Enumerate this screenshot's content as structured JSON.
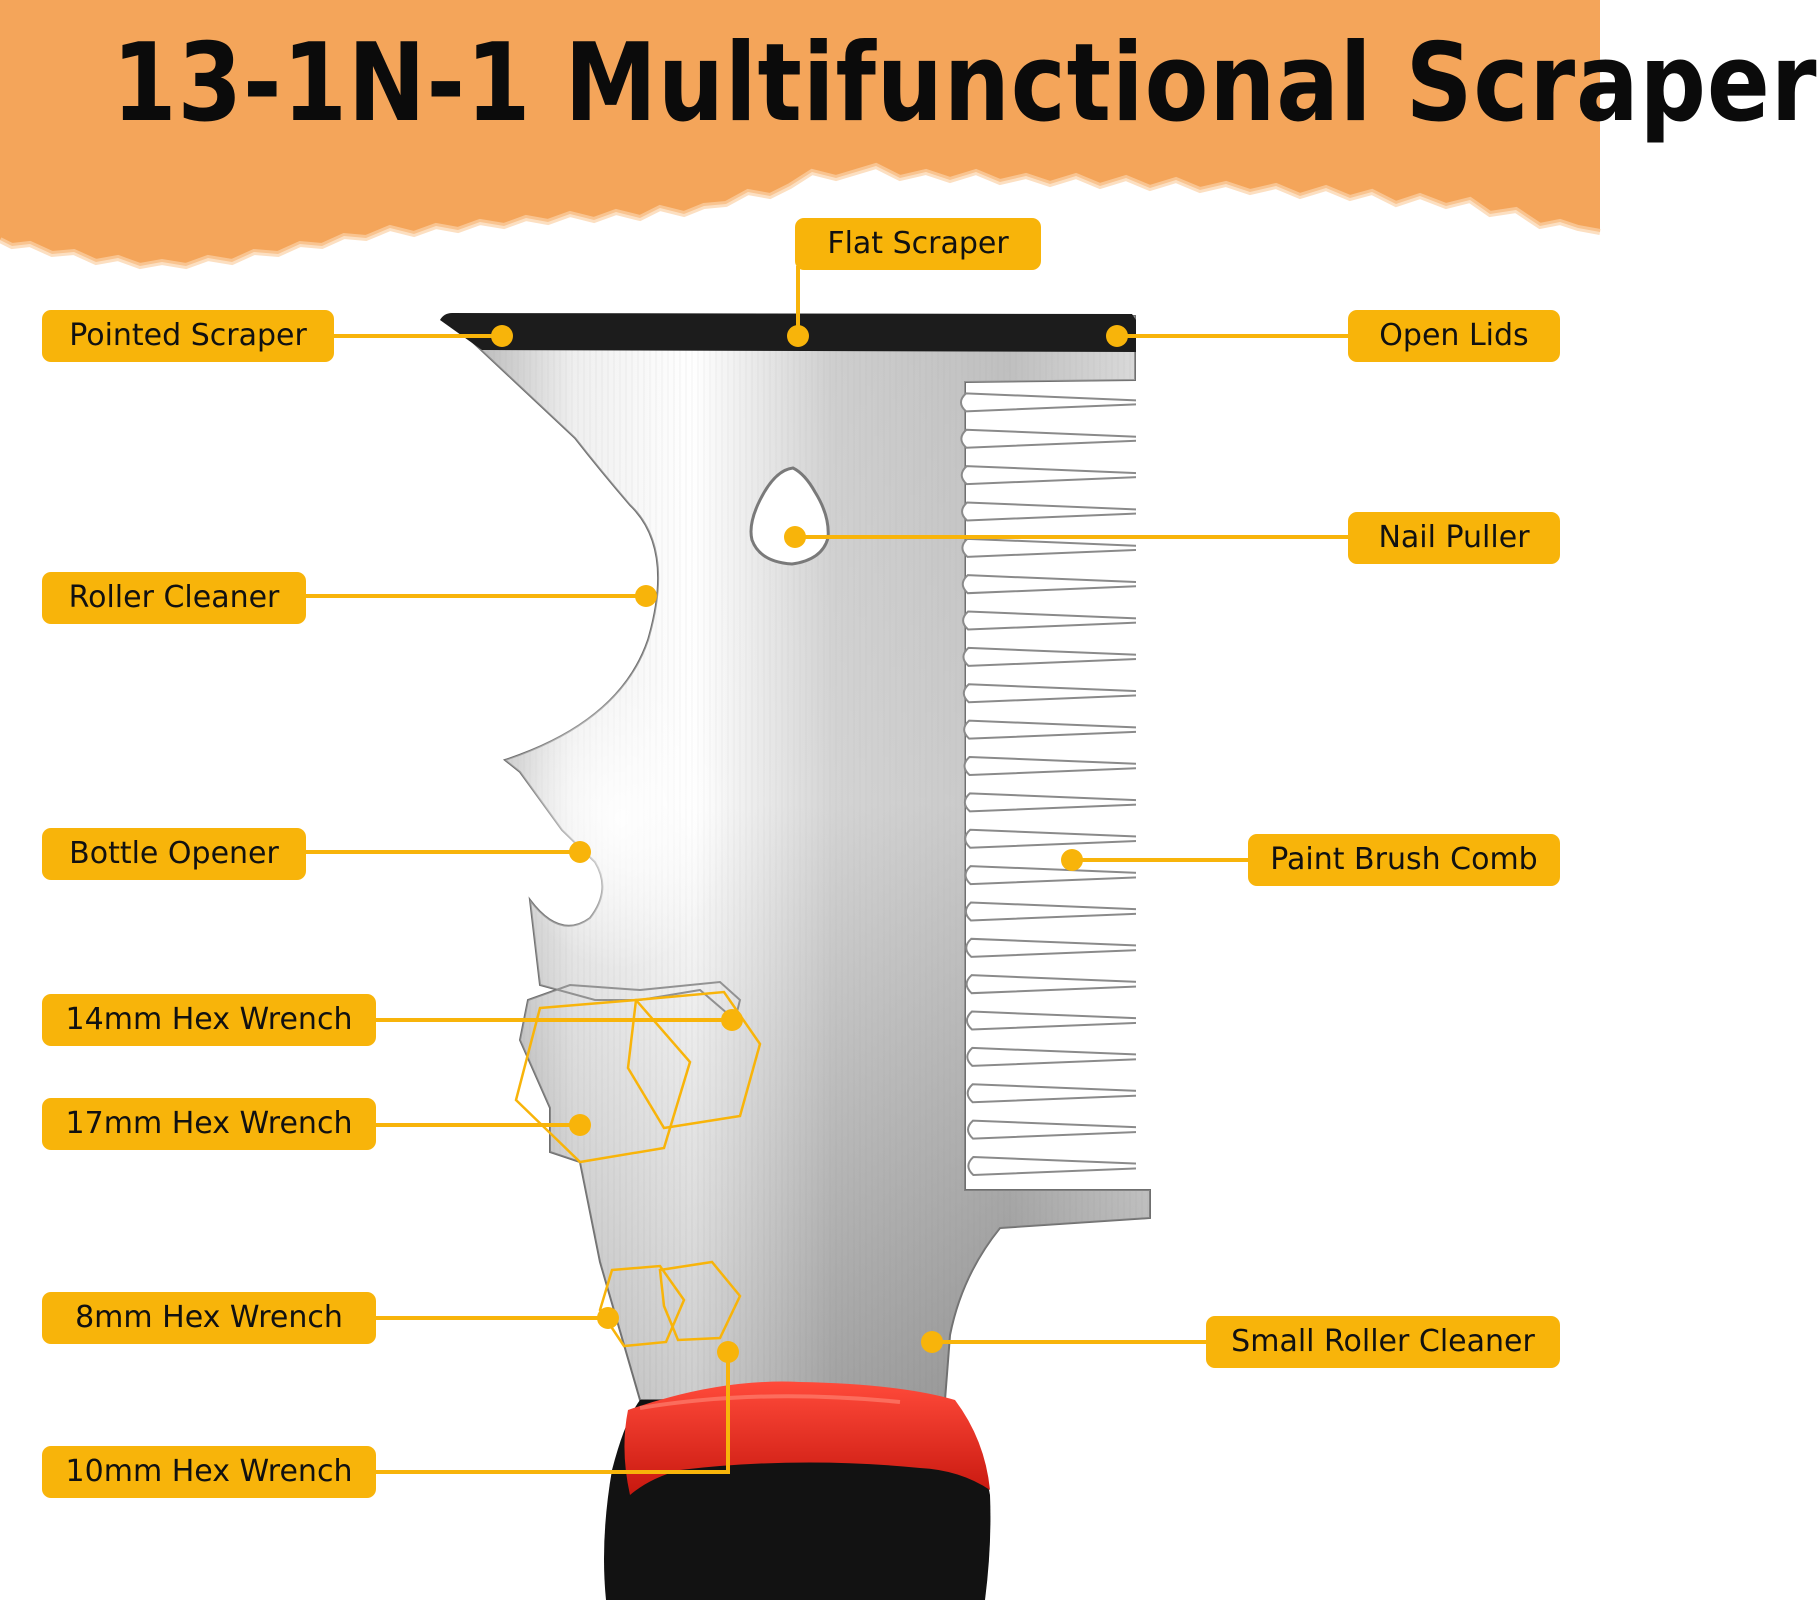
{
  "title": "13-1N-1 Multifunctional Scraper",
  "colors": {
    "banner": "#f4a55a",
    "label_fill": "#f8b40a",
    "leader_line": "#f8b40a",
    "blade": "#c4c4c4",
    "blade_edge": "#1a1a1a",
    "handle_red": "#e0271c",
    "handle_black": "#111111"
  },
  "labels": {
    "flat_scraper": "Flat Scraper",
    "pointed_scraper": "Pointed Scraper",
    "open_lids": "Open Lids",
    "nail_puller": "Nail Puller",
    "roller_cleaner": "Roller Cleaner",
    "bottle_opener": "Bottle Opener",
    "paint_brush_comb": "Paint Brush Comb",
    "hex_14mm": "14mm Hex Wrench",
    "hex_17mm": "17mm Hex Wrench",
    "hex_8mm": "8mm Hex Wrench",
    "small_roller_cleaner": "Small Roller Cleaner",
    "hex_10mm": "10mm Hex Wrench"
  }
}
